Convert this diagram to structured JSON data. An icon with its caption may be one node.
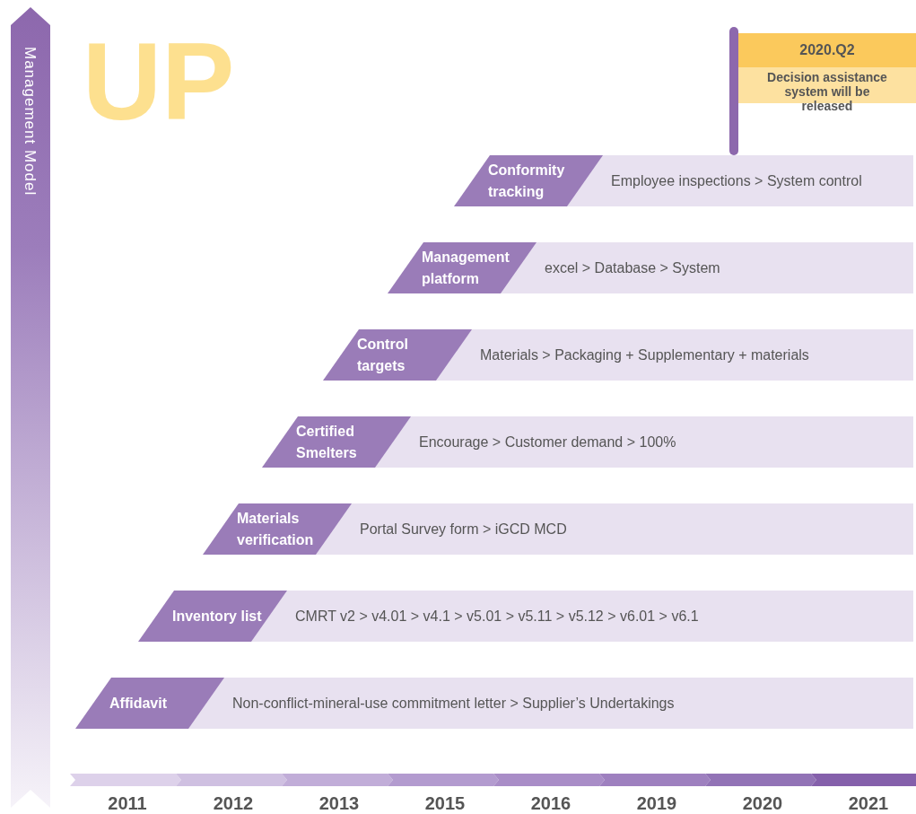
{
  "diagram": {
    "title": "UP",
    "nodes": [
      {
        "text": [
          "Management Model"
        ]
      },
      {
        "text": [
          "2020.Q2",
          "Decision assistance system will be released"
        ]
      },
      {
        "text": [
          "Conformity tracking",
          "Employee inspections > System control"
        ]
      },
      {
        "text": [
          "Management platform",
          "excel > Database > System"
        ]
      },
      {
        "text": [
          "Control targets",
          "Materials > Packaging + Supplementary + materials"
        ]
      },
      {
        "text": [
          "Certified Smelters",
          "Encourage > Customer demand > 100%"
        ]
      },
      {
        "text": [
          "Materials verification",
          "Portal Survey form > iGCD MCD"
        ]
      },
      {
        "text": [
          "Inventory list",
          "CMRT v2 > v4.01 > v4.1 > v5.01 > v5.11 > v5.12 > v6.01 > v6.1"
        ]
      },
      {
        "text": [
          "Affidavit",
          "Non-conflict-mineral-use commitment letter > Supplier’s Undertakings"
        ]
      }
    ],
    "labels": [
      "2011",
      "2012",
      "2013",
      "2015",
      "2016",
      "2019",
      "2020",
      "2021"
    ]
  }
}
